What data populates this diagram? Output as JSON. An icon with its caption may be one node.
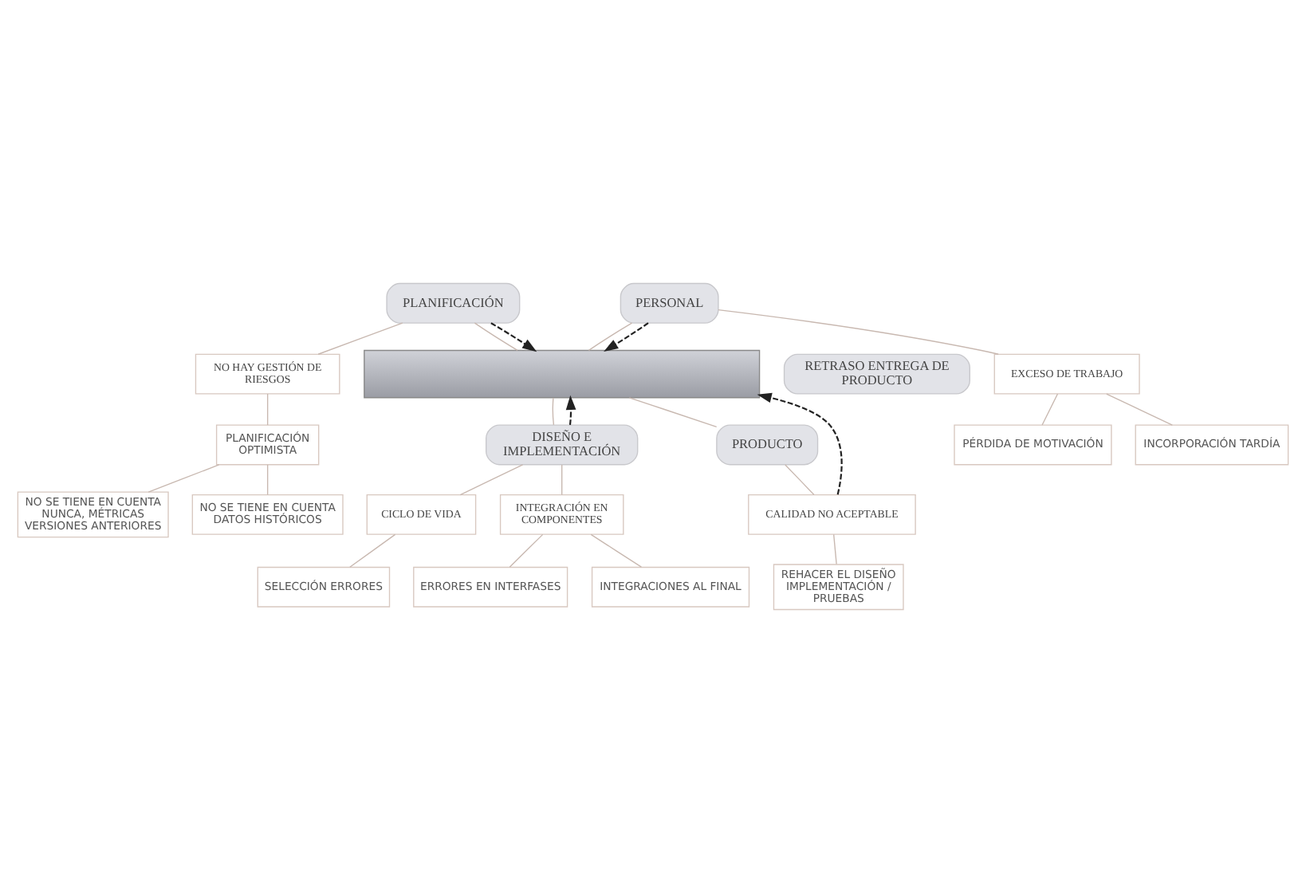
{
  "diagram": {
    "nodes": [
      {
        "text": [
          "PLANIFICACIÓN"
        ]
      },
      {
        "text": [
          "NO HAY GESTIÓN DE RIESGOS"
        ]
      },
      {
        "text": [
          "PLANIFICACIÓN OPTIMISTA"
        ]
      },
      {
        "text": [
          "NO SE TIENE EN CUENTA NUNCA, MÉTRICAS VERSIONES ANTERIORES"
        ]
      },
      {
        "text": [
          "NO SE TIENE EN CUENTA DATOS HISTÓRICOS"
        ]
      },
      {
        "text": [
          "PERSONAL"
        ]
      },
      {
        "text": [
          "EXCESO DE TRABAJO"
        ]
      },
      {
        "text": [
          "PÉRDIDA DE MOTIVACIÓN"
        ]
      },
      {
        "text": [
          "INCORPORACIÓN TARDÍA"
        ]
      },
      {
        "text": [],
        "shape": "bar"
      },
      {
        "text": [
          "RETRASO ENTREGA DE PRODUCTO"
        ]
      },
      {
        "text": [
          "DISEÑO E IMPLEMENTACIÓN"
        ]
      },
      {
        "text": [
          "PRODUCTO"
        ]
      },
      {
        "text": [
          "CICLO DE VIDA"
        ]
      },
      {
        "text": [
          "SELECCIÓN ERRORES"
        ]
      },
      {
        "text": [
          "INTEGRACIÓN EN COMPONENTES"
        ]
      },
      {
        "text": [
          "ERRORES EN INTERFASES"
        ]
      },
      {
        "text": [
          "INTEGRACIONES AL FINAL"
        ]
      },
      {
        "text": [
          "CALIDAD NO ACEPTABLE"
        ]
      },
      {
        "text": [
          "REHACER EL DISEÑO IMPLEMENTACIÓN / PRUEBAS"
        ]
      }
    ],
    "edges": [
      {
        "from": 0,
        "to": 1,
        "arrow": "none"
      },
      {
        "from": 1,
        "to": 2,
        "arrow": "none"
      },
      {
        "from": 2,
        "to": 3,
        "arrow": "none"
      },
      {
        "from": 2,
        "to": 4,
        "arrow": "none"
      },
      {
        "from": 0,
        "to": 9,
        "arrow": "none"
      },
      {
        "from": 5,
        "to": 6,
        "arrow": "none"
      },
      {
        "from": 6,
        "to": 7,
        "arrow": "none"
      },
      {
        "from": 6,
        "to": 8,
        "arrow": "none"
      },
      {
        "from": 5,
        "to": 9,
        "arrow": "none"
      },
      {
        "from": 9,
        "to": 11,
        "arrow": "none"
      },
      {
        "from": 9,
        "to": 12,
        "arrow": "none"
      },
      {
        "from": 11,
        "to": 13,
        "arrow": "none"
      },
      {
        "from": 11,
        "to": 15,
        "arrow": "none"
      },
      {
        "from": 13,
        "to": 14,
        "arrow": "none"
      },
      {
        "from": 15,
        "to": 16,
        "arrow": "none"
      },
      {
        "from": 15,
        "to": 17,
        "arrow": "none"
      },
      {
        "from": 12,
        "to": 18,
        "arrow": "none"
      },
      {
        "from": 18,
        "to": 19,
        "arrow": "none"
      },
      {
        "from": 0,
        "to": 9,
        "arrow": "to",
        "style": "dashed",
        "color": "#222222"
      },
      {
        "from": 5,
        "to": 9,
        "arrow": "to",
        "style": "dashed",
        "color": "#222222"
      },
      {
        "from": 11,
        "to": 9,
        "arrow": "to",
        "style": "dashed",
        "color": "#222222"
      },
      {
        "from": 18,
        "to": 9,
        "arrow": "to",
        "style": "dashed",
        "color": "#222222"
      }
    ]
  }
}
